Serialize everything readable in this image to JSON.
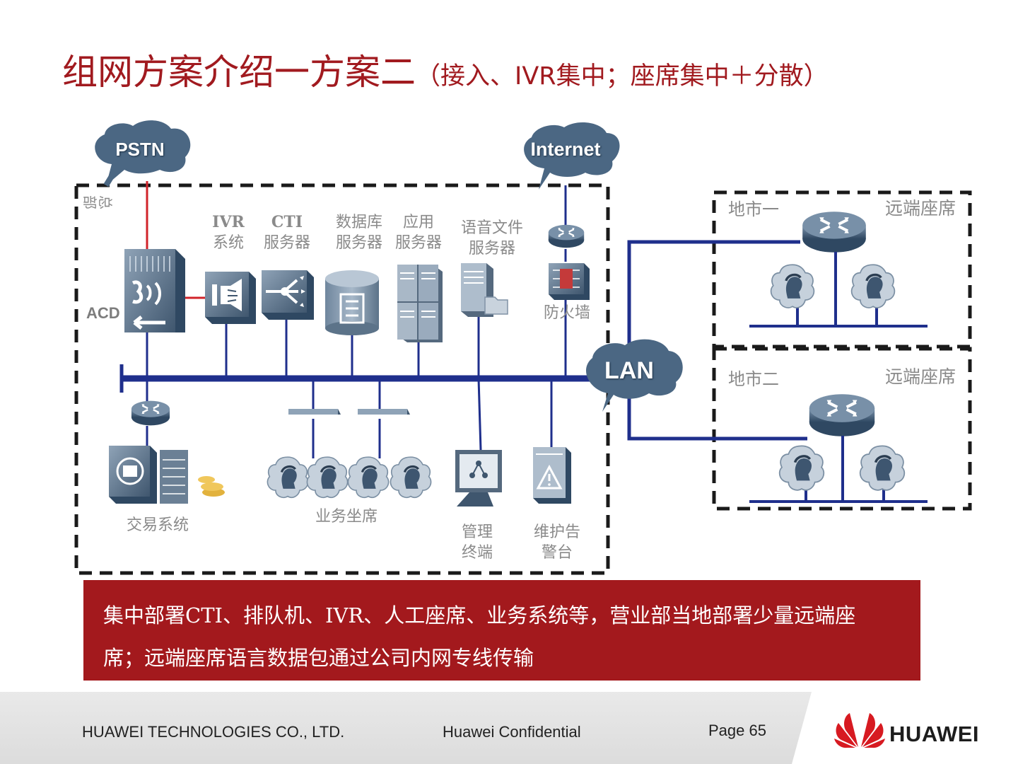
{
  "title": {
    "main": "组网方案介绍一方案二",
    "sub": "（接入、IVR集中；座席集中＋分散）"
  },
  "clouds": {
    "pstn": "PSTN",
    "internet": "Internet",
    "lan": "LAN"
  },
  "hq": {
    "vertical_label": "总部",
    "acd": "ACD",
    "ivr": [
      "IVR",
      "系统"
    ],
    "cti": [
      "CTI",
      "服务器"
    ],
    "db": [
      "数据库",
      "服务器"
    ],
    "app": [
      "应用",
      "服务器"
    ],
    "voice": [
      "语音文件",
      "服务器"
    ],
    "firewall": "防火墙",
    "trading": "交易系统",
    "agents": "业务坐席",
    "mgmt": [
      "管理",
      "终端"
    ],
    "alarm": [
      "维护告",
      "警台"
    ]
  },
  "remote": {
    "site1": "地市一",
    "site2": "地市二",
    "seats1": "远端座席",
    "seats2": "远端座席"
  },
  "banner": {
    "text": "集中部署CTI、排队机、IVR、人工座席、业务系统等，营业部当地部署少量远端座席；远端座席语言数据包通过公司内网专线传输"
  },
  "footer": {
    "company": "HUAWEI TECHNOLOGIES CO., LTD.",
    "confidential": "Huawei Confidential",
    "page": "Page 65",
    "brand": "HUAWEI"
  },
  "colors": {
    "title": "#a11a1f",
    "bus": "#1f2f8c",
    "cloud": "#4b6783",
    "banner": "#a3191d",
    "logo": "#d71a21"
  }
}
